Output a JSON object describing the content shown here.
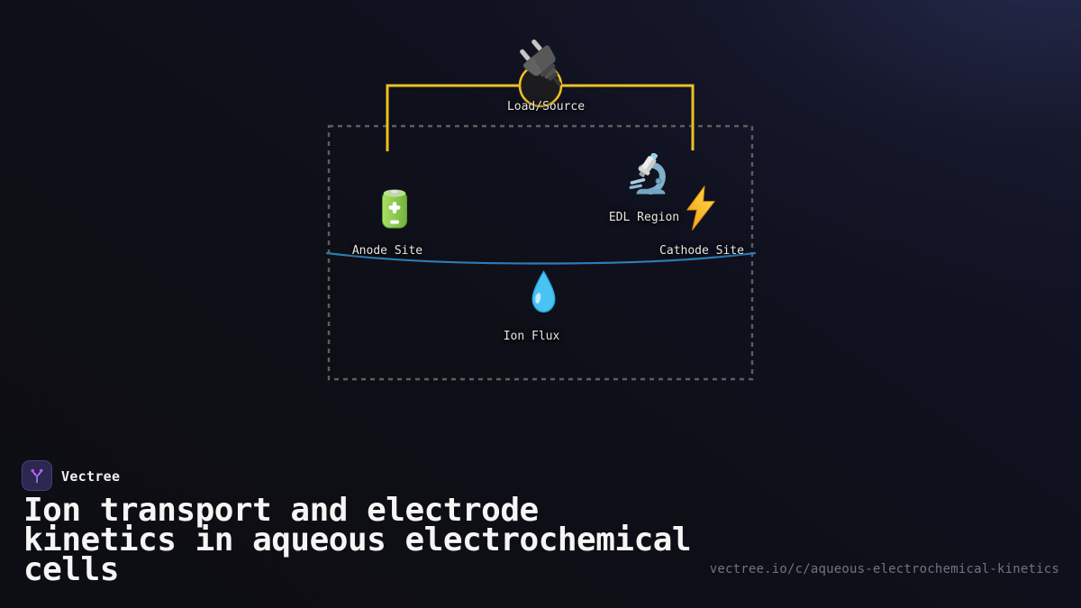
{
  "colors": {
    "background_base": "#0e0f15",
    "background_glow": "#2f3660",
    "wire_yellow": "#eec11e",
    "electrolyte_blue": "#2f7cb5",
    "cell_border_gray": "#5e5e5e",
    "label_text": "#e8e6e1",
    "title_text": "#f5f5f5",
    "url_text": "#6f7480",
    "brand_purple": "#a855f7",
    "logo_background": "#2a2750",
    "droplet_blue": "#4dc4f0",
    "bolt_yellow": "#ffd83d",
    "battery_green": "#8bc34a"
  },
  "diagram": {
    "load_source": {
      "label": "Load/Source",
      "icon": "plug-icon"
    },
    "anode": {
      "label": "Anode Site",
      "icon": "battery-icon"
    },
    "edl": {
      "label": "EDL Region",
      "icons": [
        "microscope-icon",
        "lightning-icon"
      ]
    },
    "cathode": {
      "label": "Cathode Site"
    },
    "ion_flux": {
      "label": "Ion Flux",
      "icon": "droplet-icon"
    }
  },
  "footer": {
    "brand": "Vectree",
    "logo_icon": "vectree-branch-icon",
    "title": "Ion transport and electrode\nkinetics in aqueous electrochemical\ncells",
    "url": "vectree.io/c/aqueous-electrochemical-kinetics"
  }
}
